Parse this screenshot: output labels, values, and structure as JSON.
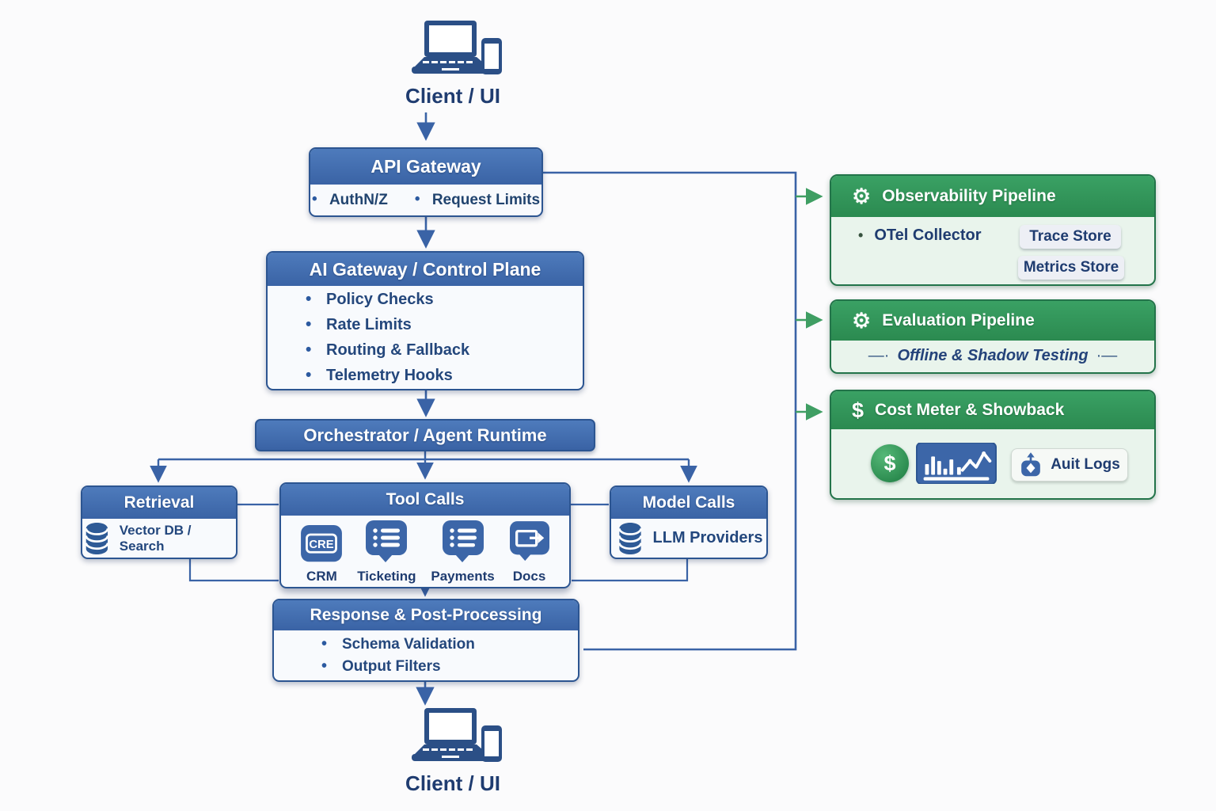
{
  "client_top": {
    "label": "Client / UI"
  },
  "api_gateway": {
    "title": "API Gateway",
    "items": [
      "AuthN/Z",
      "Request Limits"
    ]
  },
  "ai_gateway": {
    "title": "AI Gateway / Control Plane",
    "items": [
      "Policy Checks",
      "Rate Limits",
      "Routing & Fallback",
      "Telemetry Hooks"
    ]
  },
  "orchestrator": {
    "title": "Orchestrator / Agent Runtime"
  },
  "retrieval": {
    "title": "Retrieval",
    "item": "Vector DB / Search"
  },
  "tool_calls": {
    "title": "Tool Calls",
    "tools": [
      {
        "label": "CRM",
        "badge_text": "CRE"
      },
      {
        "label": "Ticketing"
      },
      {
        "label": "Payments"
      },
      {
        "label": "Docs"
      }
    ]
  },
  "model_calls": {
    "title": "Model Calls",
    "item": "LLM Providers"
  },
  "response": {
    "title": "Response & Post-Processing",
    "items": [
      "Schema Validation",
      "Output Filters"
    ]
  },
  "client_bottom": {
    "label": "Client / UI"
  },
  "observability": {
    "title": "Observability Pipeline",
    "collector": "OTel Collector",
    "stores": [
      "Trace Store",
      "Metrics Store"
    ]
  },
  "evaluation": {
    "title": "Evaluation Pipeline",
    "note_prefix": "—·",
    "note": "Offline & Shadow Testing",
    "note_suffix": "·—"
  },
  "cost_meter": {
    "title": "Cost Meter & Showback",
    "header_icon": "$",
    "dollar_icon": "$",
    "audit_label": "Auit Logs"
  },
  "colors": {
    "blue_header": "#3a63a5",
    "blue_border": "#2c5591",
    "navy_text": "#1f3c70",
    "green_header": "#2f9157",
    "green_border": "#23744a",
    "green_body": "#e9f4ec",
    "green_arrow": "#3f9e63",
    "gray_arrow": "#8b93a6"
  }
}
